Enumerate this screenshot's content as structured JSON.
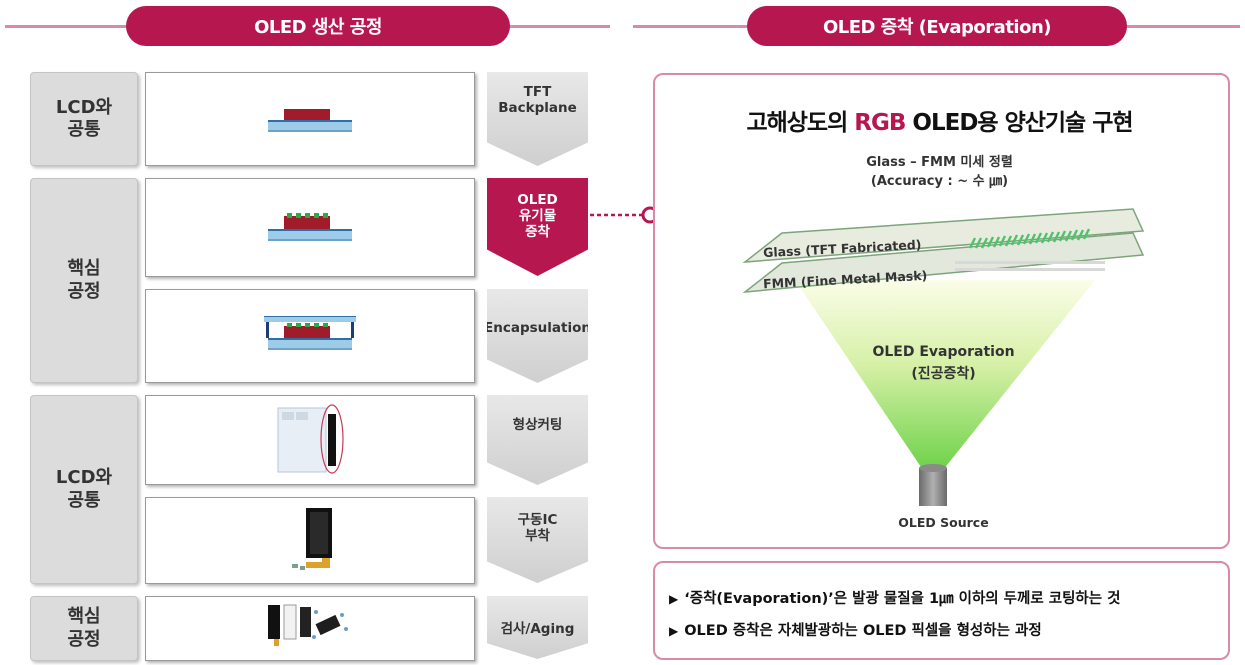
{
  "header": {
    "left_title": "OLED 생산 공정",
    "right_title": "OLED 증착 (Evaporation)"
  },
  "categories": [
    {
      "label": "LCD와\n공통"
    },
    {
      "label": "핵심\n공정"
    },
    {
      "label": "LCD와\n공통"
    },
    {
      "label": "핵심\n공정"
    }
  ],
  "steps": [
    {
      "label": "TFT\nBackplane"
    },
    {
      "label": "OLED\n유기물\n증착"
    },
    {
      "label": "Encapsulation"
    },
    {
      "label": "형상커팅"
    },
    {
      "label": "구동IC\n부착"
    },
    {
      "label": "검사/Aging"
    }
  ],
  "panel": {
    "title_prefix": "고해상도의 ",
    "title_highlight": "RGB",
    "title_suffix": " OLED용 양산기술 구현",
    "subtitle_line1": "Glass – FMM 미세 정렬",
    "subtitle_line2": "(Accuracy : ~ 수 ㎛)",
    "glass_label": "Glass (TFT Fabricated)",
    "fmm_label": "FMM (Fine Metal Mask)",
    "evap_line1": "OLED Evaporation",
    "evap_line2": "(진공증착)",
    "source_label": "OLED Source"
  },
  "notes": [
    "‘증착(Evaporation)’은 발광 물질을 1㎛ 이하의 두께로 코팅하는 것",
    "OLED 증착은 자체발광하는 OLED 픽셀을 형성하는 과정"
  ],
  "colors": {
    "accent": "#b5174e",
    "accent_line": "#d98aa8",
    "glass_layer": "#e6ecdd",
    "pixel_green": "#4cc36a",
    "cone_green": "#7ed957",
    "substrate_blue": "#9dcbe8"
  }
}
